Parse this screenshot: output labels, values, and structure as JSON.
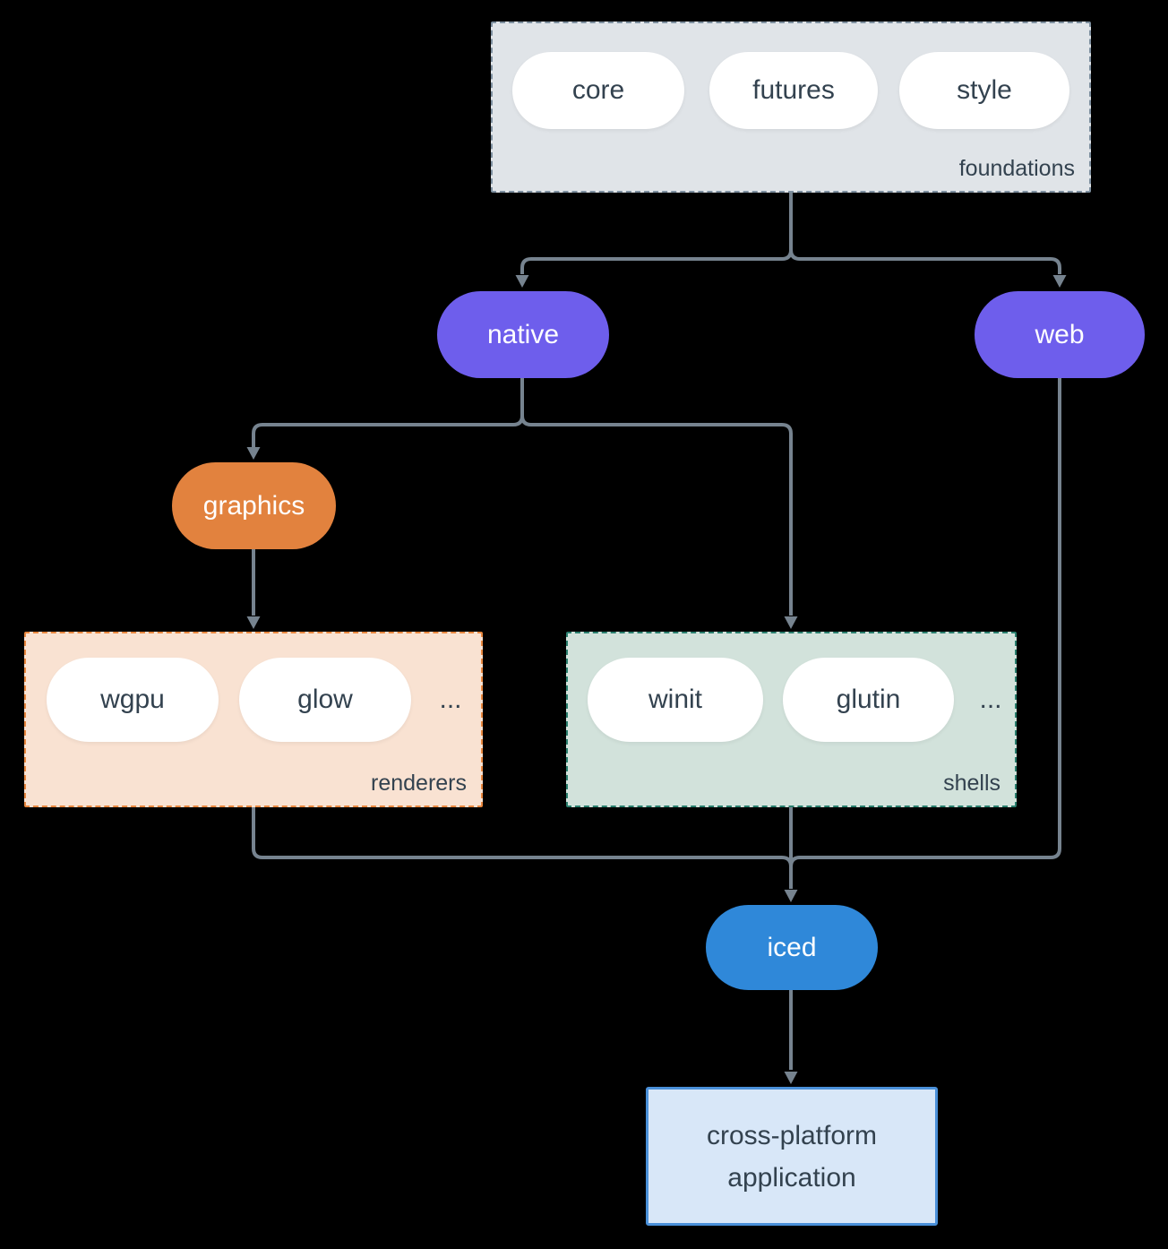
{
  "colors": {
    "bg": "#000000",
    "line": "#76838F",
    "textDark": "#33424F",
    "pillFill": "#FFFFFF",
    "purple": "#6E5EEC",
    "orange": "#E2823E",
    "blue": "#2F88D9",
    "foundationsFill": "#E0E4E8",
    "foundationsBorder": "#7E90A0",
    "renderersFill": "#F9E2D2",
    "renderersBorder": "#E8873F",
    "shellsFill": "#D2E2DB",
    "shellsBorder": "#2A7F6E",
    "appFill": "#D8E7F8",
    "appBorder": "#4A90D9"
  },
  "groups": {
    "foundations": {
      "label": "foundations",
      "pills": [
        "core",
        "futures",
        "style"
      ]
    },
    "renderers": {
      "label": "renderers",
      "pills": [
        "wgpu",
        "glow"
      ],
      "more": "..."
    },
    "shells": {
      "label": "shells",
      "pills": [
        "winit",
        "glutin"
      ],
      "more": "..."
    }
  },
  "nodes": {
    "native": {
      "label": "native"
    },
    "web": {
      "label": "web"
    },
    "graphics": {
      "label": "graphics"
    },
    "iced": {
      "label": "iced"
    },
    "application": {
      "line1": "cross-platform",
      "line2": "application"
    }
  }
}
